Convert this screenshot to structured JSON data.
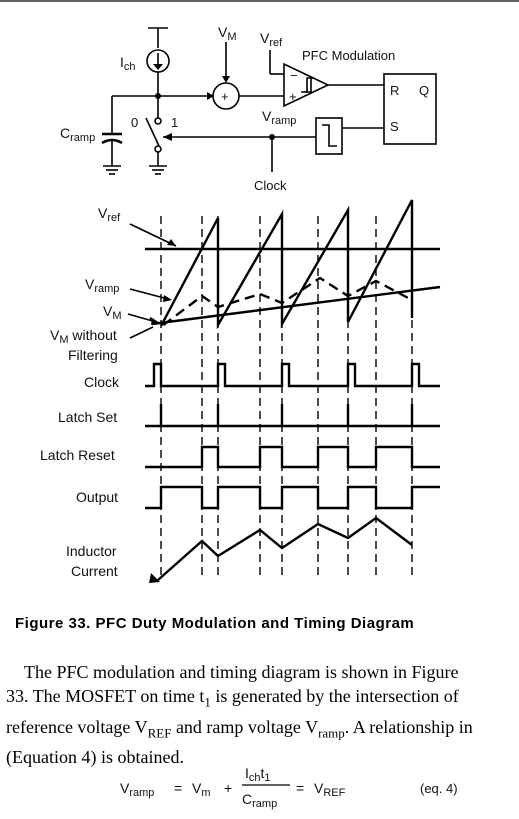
{
  "circuit": {
    "ich": {
      "main": "I",
      "sub": "ch"
    },
    "cramp": {
      "main": "C",
      "sub": "ramp"
    },
    "vm": {
      "main": "V",
      "sub": "M"
    },
    "vref": {
      "main": "V",
      "sub": "ref"
    },
    "vramp": {
      "main": "V",
      "sub": "ramp"
    },
    "switch_pos0": "0",
    "switch_pos1": "1",
    "pfc_modulation": "PFC Modulation",
    "comparator_minus": "−",
    "comparator_plus": "+",
    "adder_plus": "+",
    "latch_r": "R",
    "latch_q": "Q",
    "latch_s": "S",
    "clock": "Clock"
  },
  "timing": {
    "vref": {
      "main": "V",
      "sub": "ref"
    },
    "vramp": {
      "main": "V",
      "sub": "ramp"
    },
    "vm": {
      "main": "V",
      "sub": "M"
    },
    "vm_without_1_main": "V",
    "vm_without_1_sub": "M",
    "vm_without_1_rest": " without",
    "vm_without_2": "Filtering",
    "clock": "Clock",
    "latch_set": "Latch Set",
    "latch_reset": "Latch Reset",
    "output": "Output",
    "inductor_1": "Inductor",
    "inductor_2": "Current"
  },
  "caption": "Figure 33. PFC Duty Modulation and Timing Diagram",
  "body": {
    "p1": "The PFC modulation and timing diagram is shown in Figure 33. The MOSFET on time t",
    "t1_sub": "1",
    "p2": " is generated by the intersection of reference voltage V",
    "vref_sub": "REF",
    "p3": " and ramp voltage V",
    "vramp_sub": "ramp",
    "p4": ". A relationship in (Equation 4) is obtained."
  },
  "equation": {
    "lhs_main": "V",
    "lhs_sub": "ramp",
    "eq1": "=",
    "vm_main": "V",
    "vm_sub": "m",
    "plus": "+",
    "num_main": "I",
    "num_sub": "ch",
    "num_t": "t",
    "num_t_sub": "1",
    "den_main": "C",
    "den_sub": "ramp",
    "eq2": "=",
    "rhs_main": "V",
    "rhs_sub": "REF",
    "tag": "(eq. 4)"
  }
}
